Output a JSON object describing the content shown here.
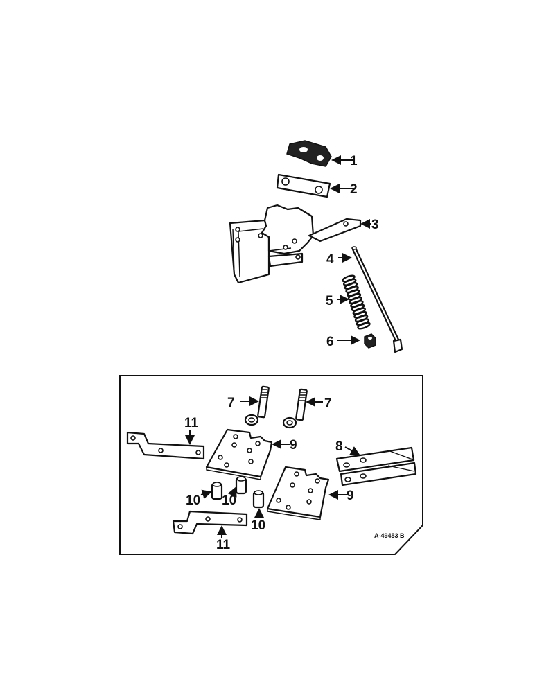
{
  "labels": {
    "p1": "1",
    "p2": "2",
    "p3": "3",
    "p4": "4",
    "p5": "5",
    "p6": "6",
    "p7a": "7",
    "p7b": "7",
    "p8": "8",
    "p9a": "9",
    "p9b": "9",
    "p10a": "10",
    "p10b": "10",
    "p10c": "10",
    "p11a": "11",
    "p11b": "11"
  },
  "reference_code": "A-49453 B"
}
